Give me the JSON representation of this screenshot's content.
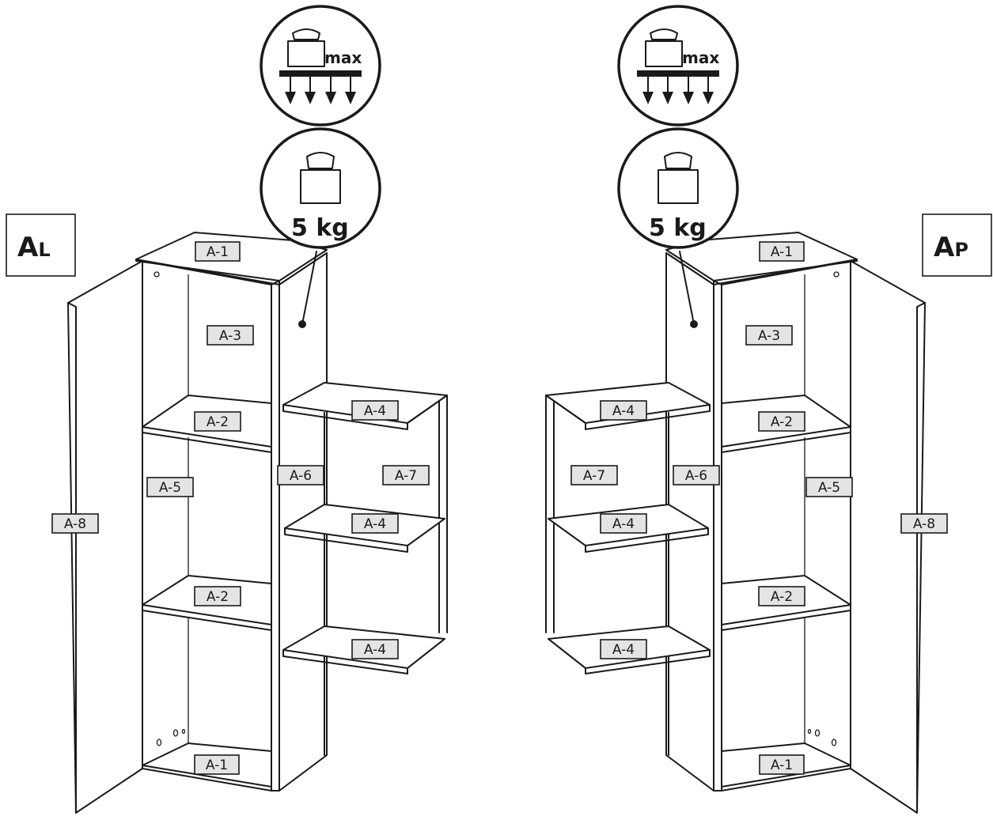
{
  "variants": {
    "left": {
      "letter": "A",
      "suffix": "L"
    },
    "right": {
      "letter": "A",
      "suffix": "P"
    }
  },
  "load_icon": {
    "max_label": "max",
    "weight_label": "5 kg"
  },
  "parts": {
    "A1": "A-1",
    "A2": "A-2",
    "A3": "A-3",
    "A4": "A-4",
    "A5": "A-5",
    "A6": "A-6",
    "A7": "A-7",
    "A8": "A-8"
  },
  "colors": {
    "line": "#1a1a1a",
    "label_fill": "#e4e4e4",
    "background": "#ffffff"
  }
}
